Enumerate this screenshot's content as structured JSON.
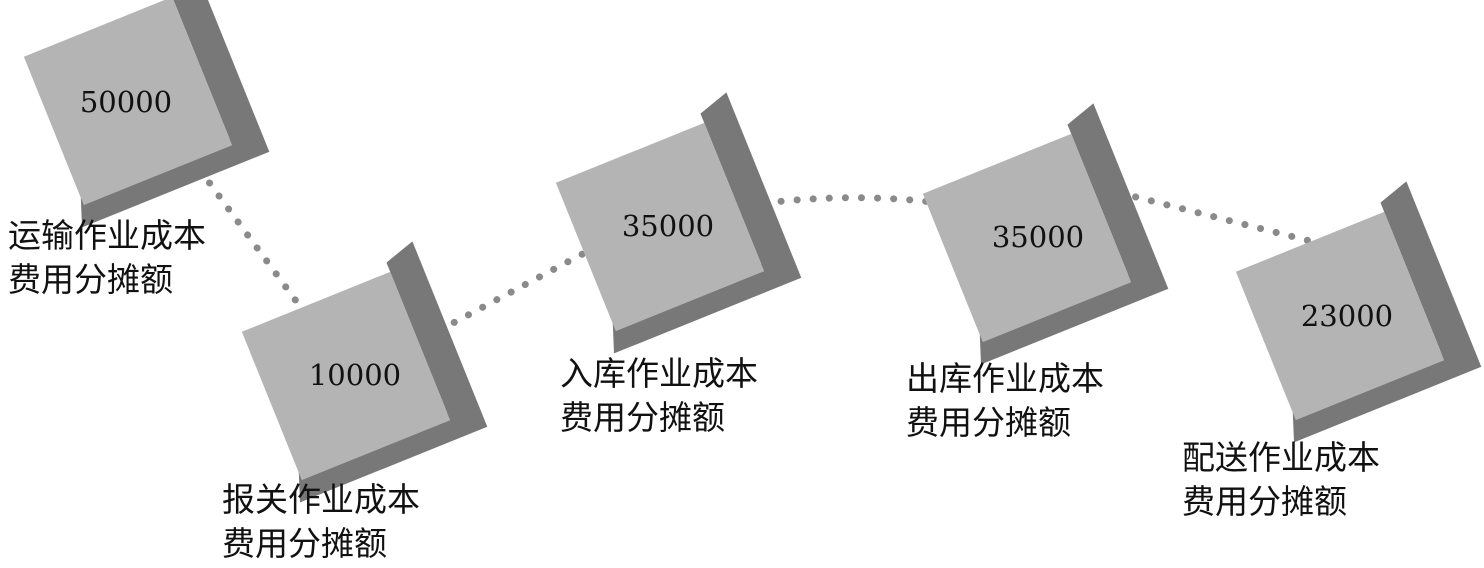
{
  "nodes": [
    {
      "id": "transport",
      "value": "50000",
      "label": [
        "运输作业成本",
        "费用分摊额"
      ]
    },
    {
      "id": "customs",
      "value": "10000",
      "label": [
        "报关作业成本",
        "费用分摊额"
      ]
    },
    {
      "id": "inbound",
      "value": "35000",
      "label": [
        "入库作业成本",
        "费用分摊额"
      ]
    },
    {
      "id": "outbound",
      "value": "35000",
      "label": [
        "出库作业成本",
        "费用分摊额"
      ]
    },
    {
      "id": "delivery",
      "value": "23000",
      "label": [
        "配送作业成本",
        "费用分摊额"
      ]
    }
  ],
  "colors": {
    "face": "#b4b4b4",
    "shadow": "#787878",
    "connector": "#8a8a8a",
    "text": "#111111"
  }
}
